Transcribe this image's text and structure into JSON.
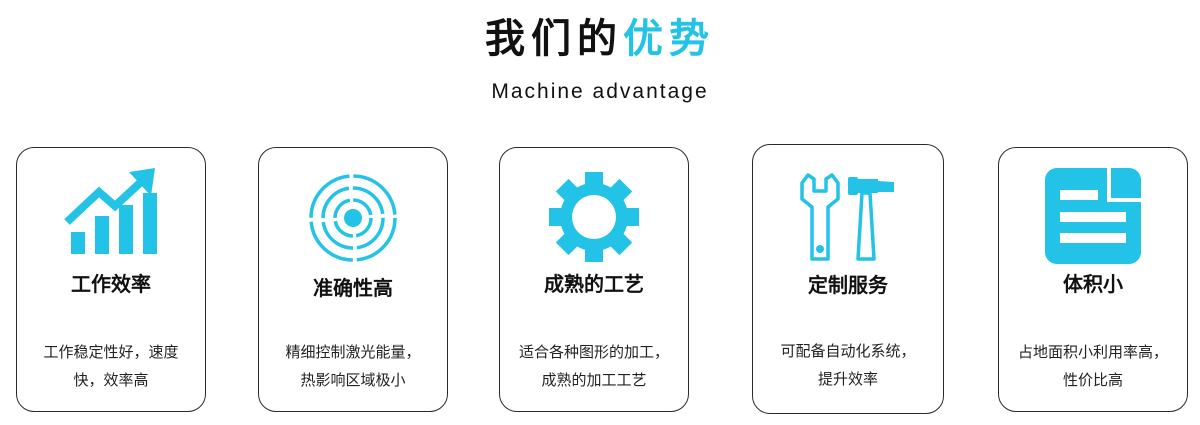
{
  "header": {
    "title_part1": "我们的",
    "title_part2": "优势",
    "subtitle": "Machine advantage"
  },
  "colors": {
    "accent": "#22c3e6",
    "text": "#111111",
    "border": "#2a2a2a"
  },
  "cards": [
    {
      "icon": "rising-chart-icon",
      "title": "工作效率",
      "desc_line1": "工作稳定性好，速度",
      "desc_line2": "快，效率高"
    },
    {
      "icon": "target-icon",
      "title": "准确性高",
      "desc_line1": "精细控制激光能量，",
      "desc_line2": "热影响区域极小"
    },
    {
      "icon": "gear-icon",
      "title": "成熟的工艺",
      "desc_line1": "适合各种图形的加工，",
      "desc_line2": "成熟的加工工艺"
    },
    {
      "icon": "wrench-hammer-icon",
      "title": "定制服务",
      "desc_line1": "可配备自动化系统，",
      "desc_line2": "提升效率"
    },
    {
      "icon": "document-icon",
      "title": "体积小",
      "desc_line1": "占地面积小利用率高，",
      "desc_line2": "性价比高"
    }
  ]
}
